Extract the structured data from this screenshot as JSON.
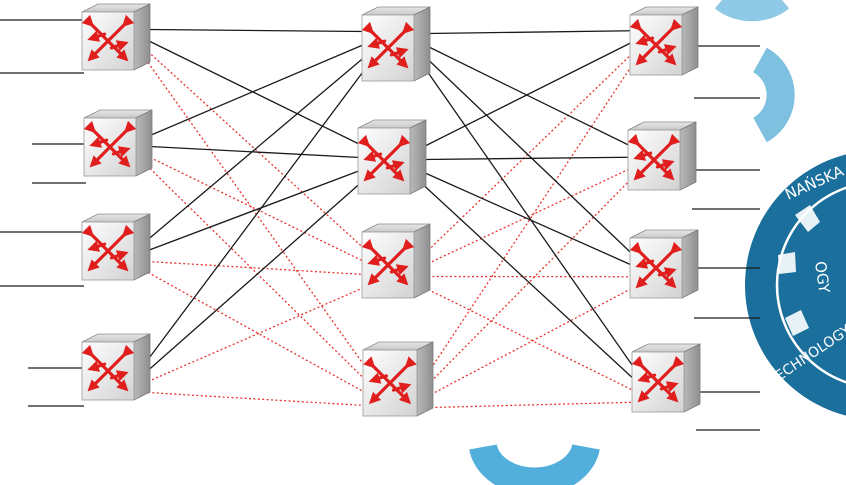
{
  "diagram": {
    "type": "three-stage switch network",
    "stages": [
      {
        "name": "ingress",
        "switches": 4,
        "external_lines_per_switch": 2
      },
      {
        "name": "middle",
        "switches": 4
      },
      {
        "name": "egress",
        "switches": 4,
        "external_lines_per_switch": 2
      }
    ],
    "links": {
      "active_style": "solid black",
      "inactive_style": "dotted red",
      "active": [
        [
          "in-1",
          "mid-1"
        ],
        [
          "in-1",
          "mid-2"
        ],
        [
          "in-2",
          "mid-1"
        ],
        [
          "in-2",
          "mid-2"
        ],
        [
          "in-3",
          "mid-1"
        ],
        [
          "in-3",
          "mid-2"
        ],
        [
          "in-4",
          "mid-1"
        ],
        [
          "in-4",
          "mid-2"
        ],
        [
          "mid-1",
          "out-1"
        ],
        [
          "mid-1",
          "out-2"
        ],
        [
          "mid-1",
          "out-3"
        ],
        [
          "mid-1",
          "out-4"
        ],
        [
          "mid-2",
          "out-1"
        ],
        [
          "mid-2",
          "out-2"
        ],
        [
          "mid-2",
          "out-3"
        ],
        [
          "mid-2",
          "out-4"
        ]
      ],
      "inactive": [
        [
          "in-1",
          "mid-3"
        ],
        [
          "in-1",
          "mid-4"
        ],
        [
          "in-2",
          "mid-3"
        ],
        [
          "in-2",
          "mid-4"
        ],
        [
          "in-3",
          "mid-3"
        ],
        [
          "in-3",
          "mid-4"
        ],
        [
          "in-4",
          "mid-3"
        ],
        [
          "in-4",
          "mid-4"
        ],
        [
          "mid-3",
          "out-1"
        ],
        [
          "mid-3",
          "out-2"
        ],
        [
          "mid-3",
          "out-3"
        ],
        [
          "mid-3",
          "out-4"
        ],
        [
          "mid-4",
          "out-1"
        ],
        [
          "mid-4",
          "out-2"
        ],
        [
          "mid-4",
          "out-3"
        ],
        [
          "mid-4",
          "out-4"
        ]
      ]
    },
    "switch_icon": "switch-icon",
    "colors": {
      "active_link": "#1a1a1a",
      "inactive_link": "#e8322c",
      "switch_arrows": "#e01e1e",
      "watermark": "#1b6f9c"
    }
  },
  "watermark": {
    "label_top": "NAŃSKA",
    "label_side": "OGY",
    "label_bottom": "TECHNOLOGY"
  }
}
